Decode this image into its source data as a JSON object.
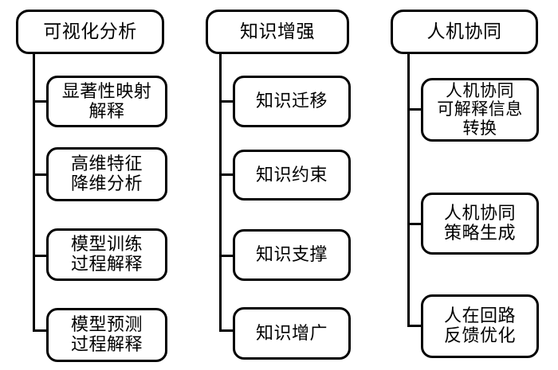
{
  "diagram": {
    "type": "tree-hierarchy",
    "orientation": "three-column-vertical",
    "background_color": "#ffffff",
    "line_color": "#000000",
    "box_fill": "#ffffff",
    "columns": [
      {
        "id": "column-visual-analysis",
        "root": {
          "label": "可视化分析"
        },
        "children": [
          {
            "label": "显著性映射\n解释",
            "lines": 2
          },
          {
            "label": "高维特征\n降维分析",
            "lines": 2
          },
          {
            "label": "模型训练\n过程解释",
            "lines": 2
          },
          {
            "label": "模型预测\n过程解释",
            "lines": 2
          }
        ]
      },
      {
        "id": "column-knowledge-enhancement",
        "root": {
          "label": "知识增强"
        },
        "children": [
          {
            "label": "知识迁移",
            "lines": 1
          },
          {
            "label": "知识约束",
            "lines": 1
          },
          {
            "label": "知识支撑",
            "lines": 1
          },
          {
            "label": "知识增广",
            "lines": 1
          }
        ]
      },
      {
        "id": "column-human-machine-collaboration",
        "root": {
          "label": "人机协同"
        },
        "children": [
          {
            "label": "人机协同\n可解释信息\n转换",
            "lines": 3
          },
          {
            "label": "人机协同\n策略生成",
            "lines": 2
          },
          {
            "label": "人在回路\n反馈优化",
            "lines": 2
          }
        ]
      }
    ]
  }
}
